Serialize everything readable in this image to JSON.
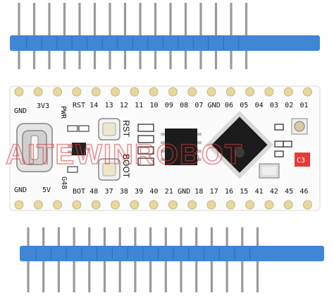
{
  "board": {
    "top_pin_labels": [
      "RST",
      "14",
      "13",
      "12",
      "11",
      "10",
      "09",
      "08",
      "07",
      "GND",
      "06",
      "05",
      "04",
      "03",
      "02",
      "01"
    ],
    "bottom_pin_labels": [
      "BOT",
      "48",
      "37",
      "38",
      "39",
      "40",
      "21",
      "GND",
      "18",
      "17",
      "16",
      "15",
      "41",
      "42",
      "45",
      "46"
    ],
    "left_top_labels": [
      "GND",
      "3V3"
    ],
    "left_bottom_labels": [
      "GND",
      "5V"
    ],
    "side_labels": {
      "pwr": "PWR",
      "rst": "RST",
      "boot": "BOOT",
      "g48": "G48"
    },
    "led_label": "C3",
    "watermark": "AITEWINROBOT"
  },
  "colors": {
    "header_plastic": "#3f86d6",
    "pin_metal": "#9a9a9a",
    "pcb": "#fbfbfb",
    "pad": "#e7d69e",
    "silkscreen": "#111111",
    "watermark": "#e23a3a"
  }
}
